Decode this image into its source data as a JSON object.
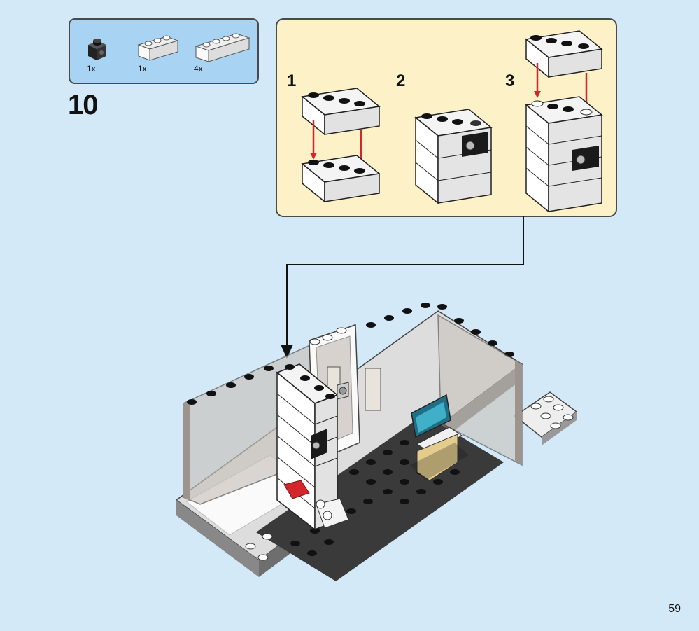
{
  "parts_list": [
    {
      "qty": "1x",
      "icon": "brick-1x1-black-with-clip"
    },
    {
      "qty": "1x",
      "icon": "brick-1x3-white"
    },
    {
      "qty": "4x",
      "icon": "brick-1x4-white"
    }
  ],
  "step_number": "10",
  "substeps": [
    {
      "number": "1"
    },
    {
      "number": "2"
    },
    {
      "number": "3"
    }
  ],
  "page_number": "59",
  "colors": {
    "background": "#d3e9f7",
    "parts_box": "#a9d3f2",
    "substep_box": "#fdf2c7",
    "arrow": "#d3262b"
  }
}
